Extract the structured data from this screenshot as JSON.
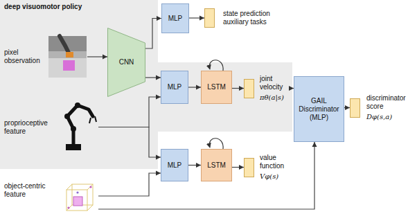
{
  "diagram": {
    "nodes": [
      {
        "text": [
          "deep visuomotor policy"
        ]
      },
      {
        "text": [
          "pixel observation"
        ],
        "in": 0
      },
      {
        "text": [
          "CNN"
        ],
        "in": 0
      },
      {
        "text": [
          "MLP"
        ]
      },
      {
        "text": [
          "state prediction auxiliary tasks"
        ]
      },
      {
        "text": [
          "MLP"
        ],
        "in": 0
      },
      {
        "text": [
          "LSTM"
        ],
        "in": 0
      },
      {
        "text": [
          "joint velocity",
          "πθ(a|s)"
        ],
        "in": 0
      },
      {
        "text": [
          "proprioceptive feature"
        ],
        "in": 0
      },
      {
        "text": [
          "MLP"
        ]
      },
      {
        "text": [
          "LSTM"
        ]
      },
      {
        "text": [
          "value function",
          "Vφ(s)"
        ]
      },
      {
        "text": [
          "object-centric feature"
        ]
      },
      {
        "text": [
          "GAIL Discriminator (MLP)"
        ]
      },
      {
        "text": [
          "discriminator score",
          "Dφ(s,a)"
        ]
      }
    ],
    "edges": [
      {
        "from": 1,
        "to": 2,
        "arrow": "to"
      },
      {
        "from": 2,
        "to": 3,
        "arrow": "to"
      },
      {
        "from": 2,
        "to": 5,
        "arrow": "to"
      },
      {
        "from": 3,
        "to": 4,
        "arrow": "to"
      },
      {
        "from": 5,
        "to": 6,
        "arrow": "to"
      },
      {
        "from": 6,
        "to": 7,
        "arrow": "to"
      },
      {
        "from": 8,
        "to": 5,
        "arrow": "to"
      },
      {
        "from": 8,
        "to": 9,
        "arrow": "to"
      },
      {
        "from": 9,
        "to": 10,
        "arrow": "to"
      },
      {
        "from": 10,
        "to": 11,
        "arrow": "to"
      },
      {
        "from": 12,
        "to": 9,
        "arrow": "to"
      },
      {
        "from": 12,
        "to": 13,
        "arrow": "to"
      },
      {
        "from": 7,
        "to": 13,
        "arrow": "to"
      },
      {
        "from": 13,
        "to": 14,
        "arrow": "to"
      }
    ]
  }
}
